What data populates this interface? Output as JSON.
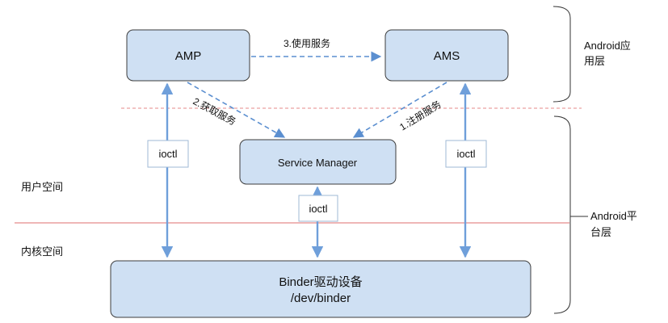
{
  "nodes": {
    "amp": "AMP",
    "ams": "AMS",
    "service_manager": "Service Manager",
    "binder_line1": "Binder驱动设备",
    "binder_line2": "/dev/binder"
  },
  "ioctl": {
    "left": "ioctl",
    "center": "ioctl",
    "right": "ioctl"
  },
  "edges": {
    "use_service": "3.使用服务",
    "get_service": "2.获取服务",
    "register_service": "1.注册服务"
  },
  "zones": {
    "user_space": "用户空间",
    "kernel_space": "内核空间"
  },
  "layers": {
    "app_layer_line1": "Android应",
    "app_layer_line2": "用层",
    "platform_layer_line1": "Android平",
    "platform_layer_line2": "台层"
  },
  "colors": {
    "box_fill": "#cfe0f3",
    "dashed_arrow": "#5b8fd0",
    "solid_arrow": "#6f9fda",
    "divider_red": "#e58a8a"
  }
}
